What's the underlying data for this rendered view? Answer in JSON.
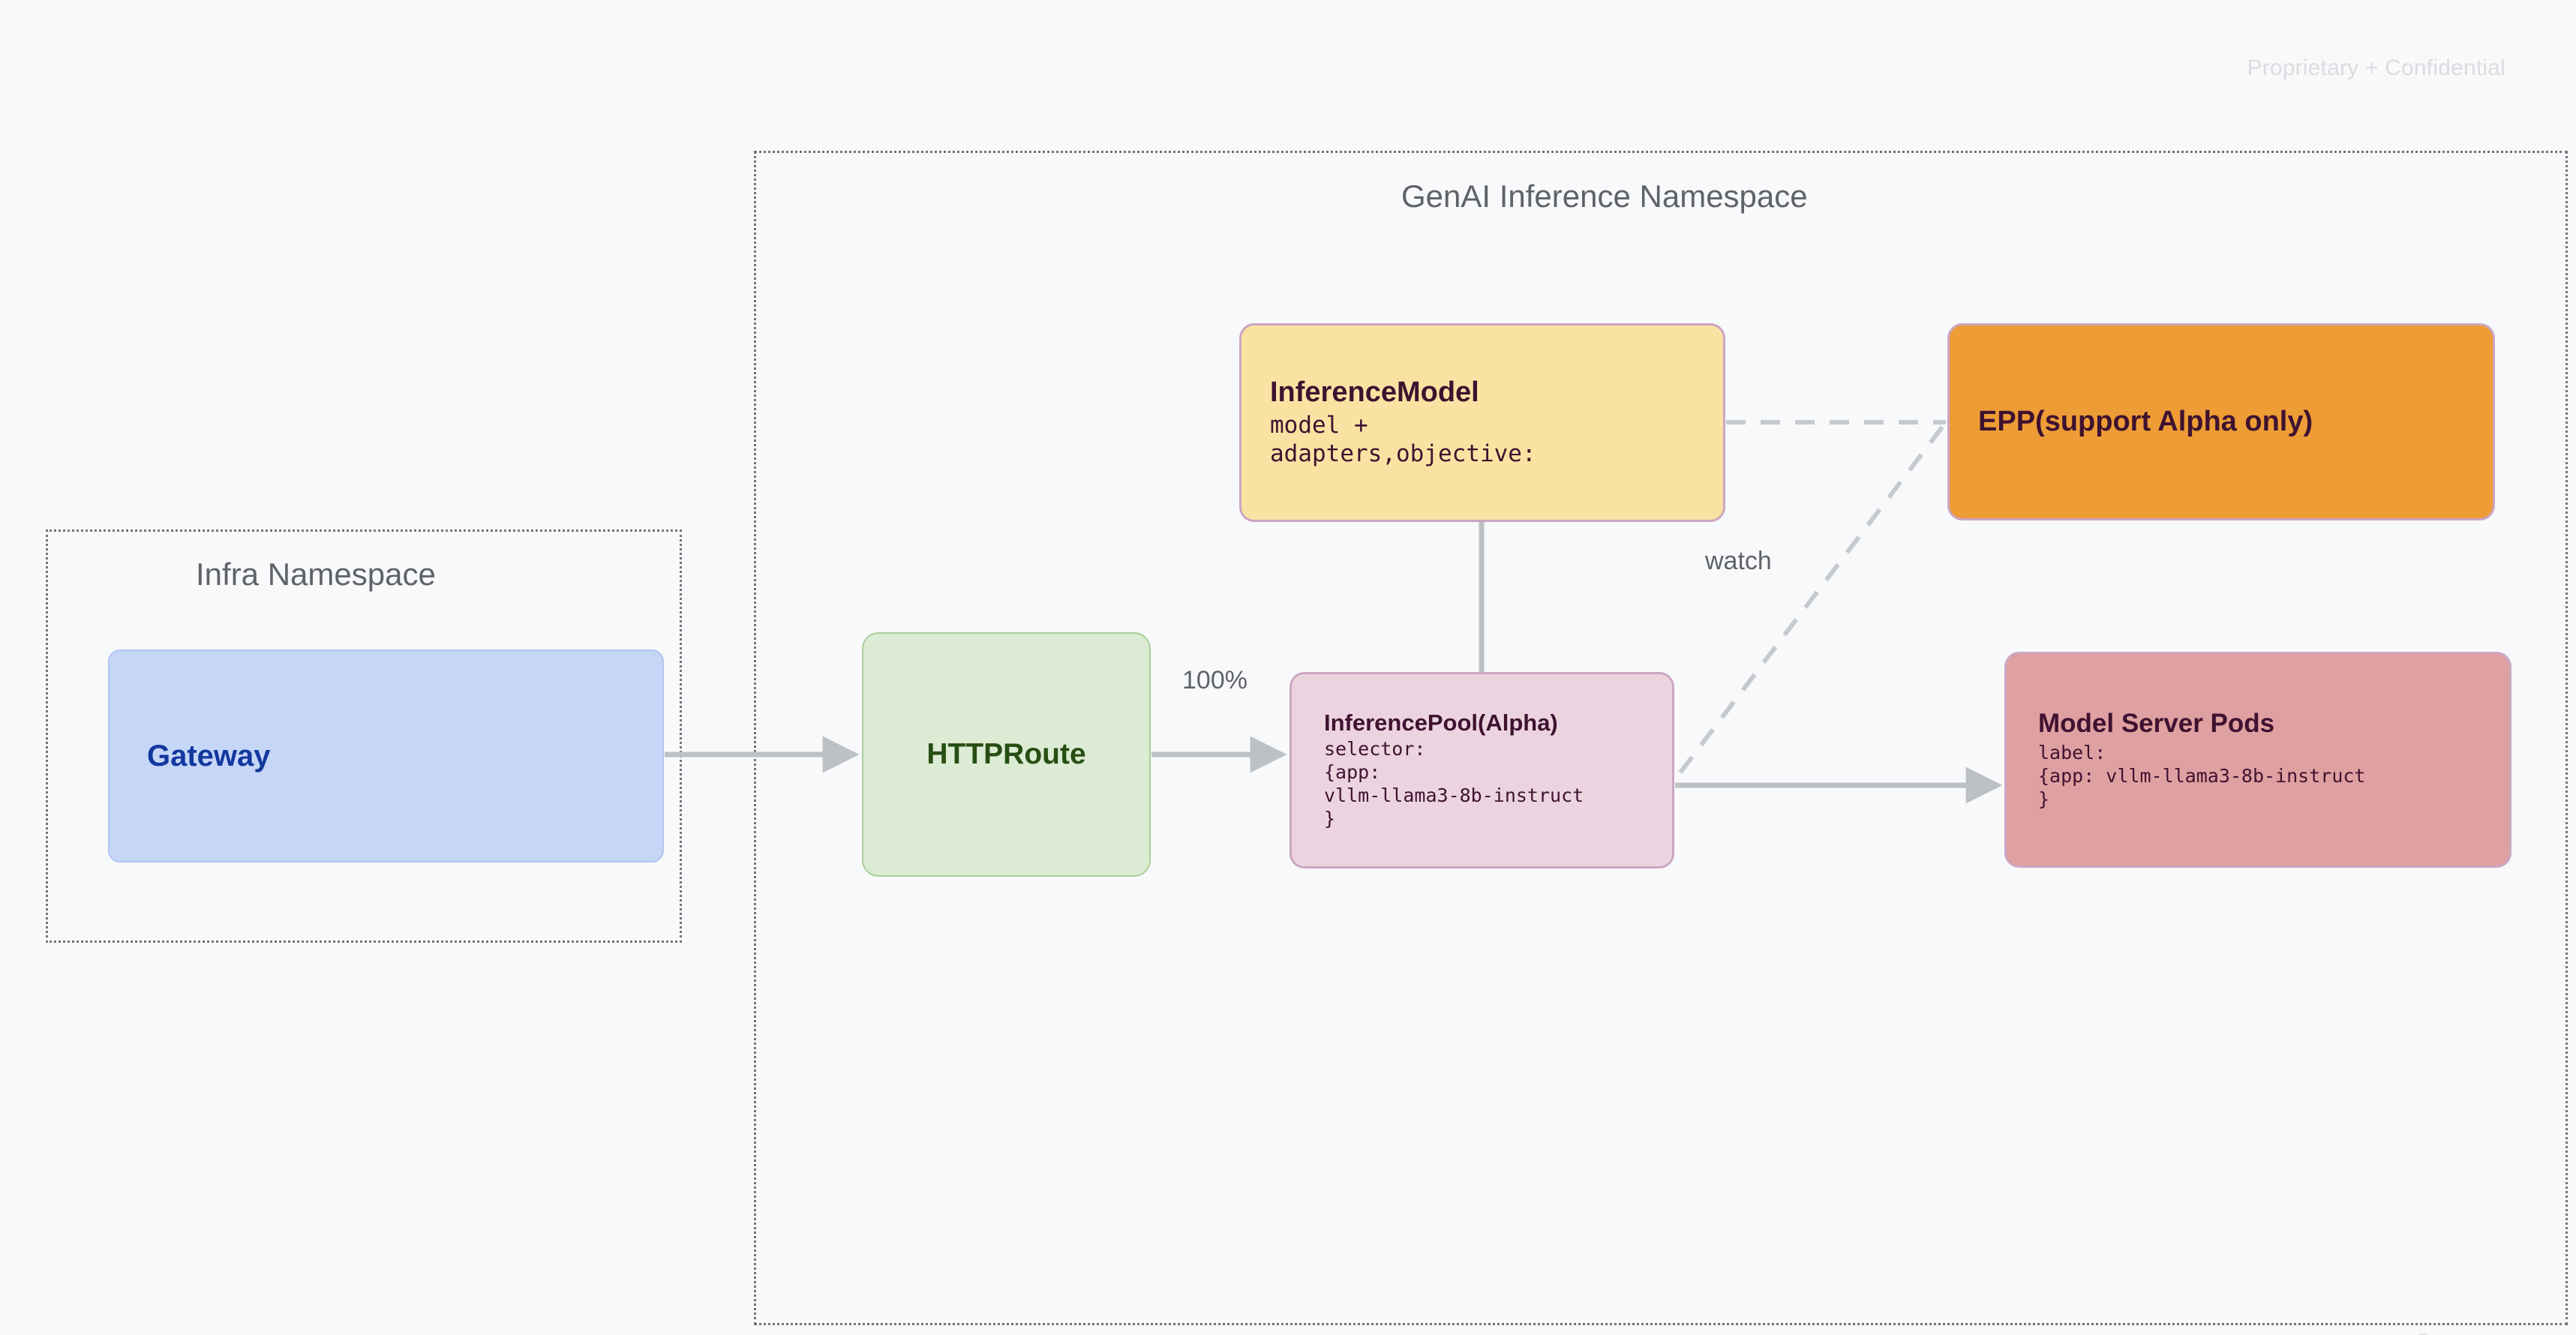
{
  "page": {
    "background_color": "#F8F9FA",
    "watermark": "Proprietary + Confidential"
  },
  "namespaces": [
    {
      "id": "genai",
      "title": "GenAI Inference Namespace",
      "border_style": "dotted",
      "border_color": "#70757A"
    },
    {
      "id": "infra",
      "title": "Infra Namespace",
      "border_style": "dotted",
      "border_color": "#70757A"
    }
  ],
  "nodes": {
    "gateway": {
      "title": "Gateway",
      "fill": "#C6D6F7",
      "border": "#AFC4F0",
      "text_color": "#12389E"
    },
    "httproute": {
      "title": "HTTPRoute",
      "fill": "#DCEBD3",
      "border": "#A9CE9A",
      "text_color": "#274E13"
    },
    "inferencemodel": {
      "title": "InferenceModel",
      "sub": "model +\nadapters,objective:",
      "fill": "#FAE3A2",
      "border": "#CBA6C3",
      "text_color": "#3F1230"
    },
    "epp": {
      "title": "EPP(support Alpha only)",
      "fill": "#ED9C36",
      "border": "#CBA6C3",
      "text_color": "#3F1230"
    },
    "inferencepool": {
      "title": "InferencePool(Alpha)",
      "sub": "selector:\n{app:\nvllm-llama3-8b-instruct\n}",
      "fill": "#EBD4E0",
      "border": "#CBA6C3",
      "text_color": "#3F1230"
    },
    "modelserverpods": {
      "title": "Model Server Pods",
      "sub": "label:\n{app: vllm-llama3-8b-instruct\n}",
      "fill": "#DFA0A1",
      "border": "#CBA6C3",
      "text_color": "#3F1230"
    }
  },
  "edges": [
    {
      "id": "gateway-to-httproute",
      "from": "gateway",
      "to": "httproute",
      "style": "solid",
      "arrow": true,
      "label": "",
      "color": "#BDC1C6"
    },
    {
      "id": "httproute-to-inferencepool",
      "from": "httproute",
      "to": "inferencepool",
      "style": "solid",
      "arrow": true,
      "label": "100%",
      "color": "#BDC1C6"
    },
    {
      "id": "inferencemodel-to-inferencepool",
      "from": "inferencemodel",
      "to": "inferencepool",
      "style": "solid",
      "arrow": false,
      "label": "",
      "color": "#BDC1C6"
    },
    {
      "id": "inferencepool-to-modelserverpods",
      "from": "inferencepool",
      "to": "modelserverpods",
      "style": "solid",
      "arrow": true,
      "label": "",
      "color": "#BDC1C6"
    },
    {
      "id": "inferencemodel-to-epp",
      "from": "inferencemodel",
      "to": "epp",
      "style": "dashed",
      "arrow": false,
      "label": "",
      "color": "#C6CACE"
    },
    {
      "id": "inferencepool-to-epp",
      "from": "inferencepool",
      "to": "epp",
      "style": "dashed",
      "arrow": false,
      "label": "watch",
      "color": "#C6CACE"
    }
  ],
  "edge_labels": {
    "traffic_weight": "100%",
    "watch": "watch"
  }
}
